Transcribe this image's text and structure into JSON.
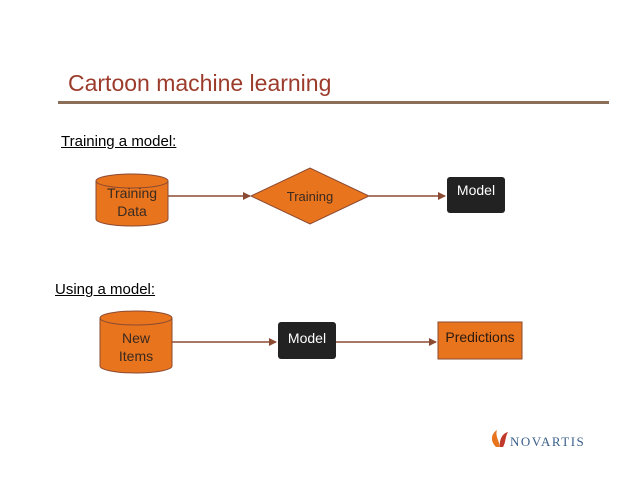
{
  "title": "Cartoon machine learning",
  "colors": {
    "title": "#9c3b2b",
    "rule": "#8a6e58",
    "orange": "#e8741e",
    "dark_box": "#222222",
    "arrow": "#8b4a32",
    "logo_blue": "#3a5f8a"
  },
  "training": {
    "heading": "Training a model:",
    "data_line1": "Training",
    "data_line2": "Data",
    "process": "Training",
    "model": "Model"
  },
  "using": {
    "heading": "Using a model:",
    "items_line1": "New",
    "items_line2": "Items",
    "model": "Model",
    "predictions": "Predictions"
  },
  "logo": {
    "text": "NOVARTIS",
    "icon": "novartis-flame-icon"
  }
}
